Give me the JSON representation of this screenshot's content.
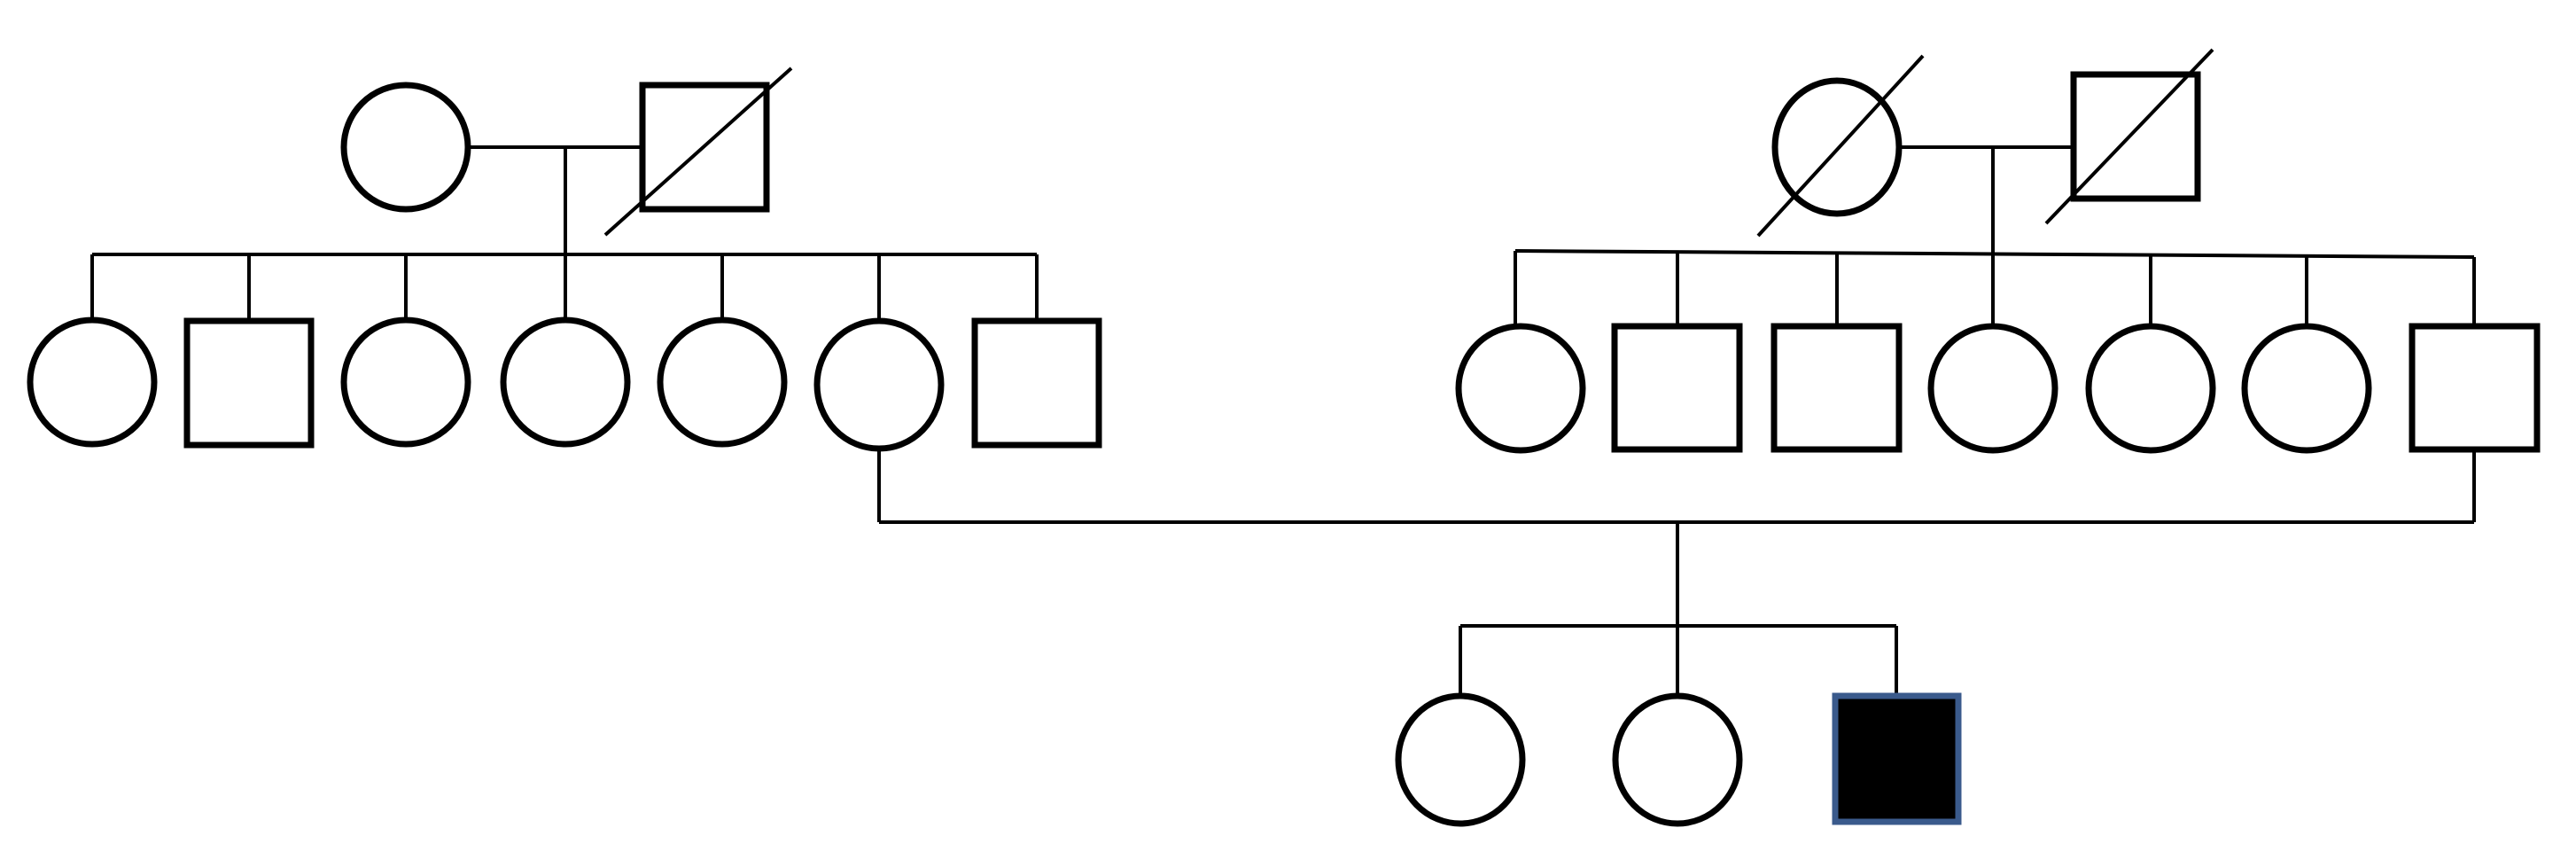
{
  "pedigree": {
    "colors": {
      "line": "#000000",
      "unaffected_fill": "#ffffff",
      "affected_fill": "#000000",
      "highlight_outline": "#3a5a8c"
    },
    "generations": [
      {
        "generation": 1,
        "families": [
          {
            "family": "maternal-grandparents",
            "members": [
              {
                "id": "g1-mgm",
                "sex": "female",
                "deceased": false,
                "affected": false
              },
              {
                "id": "g1-mgf",
                "sex": "male",
                "deceased": true,
                "affected": false
              }
            ]
          },
          {
            "family": "paternal-grandparents",
            "members": [
              {
                "id": "g1-pgm",
                "sex": "female",
                "deceased": true,
                "affected": false
              },
              {
                "id": "g1-pgf",
                "sex": "male",
                "deceased": true,
                "affected": false
              }
            ]
          }
        ]
      },
      {
        "generation": 2,
        "sibships": [
          {
            "sibship": "maternal",
            "members": [
              {
                "id": "g2-m1",
                "sex": "female",
                "affected": false
              },
              {
                "id": "g2-m2",
                "sex": "male",
                "affected": false
              },
              {
                "id": "g2-m3",
                "sex": "female",
                "affected": false
              },
              {
                "id": "g2-m4",
                "sex": "female",
                "affected": false
              },
              {
                "id": "g2-m5",
                "sex": "female",
                "affected": false
              },
              {
                "id": "g2-m6",
                "sex": "female",
                "affected": false,
                "role": "mother"
              },
              {
                "id": "g2-m7",
                "sex": "male",
                "affected": false
              }
            ]
          },
          {
            "sibship": "paternal",
            "members": [
              {
                "id": "g2-p1",
                "sex": "female",
                "affected": false
              },
              {
                "id": "g2-p2",
                "sex": "male",
                "affected": false
              },
              {
                "id": "g2-p3",
                "sex": "male",
                "affected": false
              },
              {
                "id": "g2-p4",
                "sex": "female",
                "affected": false
              },
              {
                "id": "g2-p5",
                "sex": "female",
                "affected": false
              },
              {
                "id": "g2-p6",
                "sex": "female",
                "affected": false
              },
              {
                "id": "g2-p7",
                "sex": "male",
                "affected": false,
                "role": "father"
              }
            ]
          }
        ]
      },
      {
        "generation": 3,
        "members": [
          {
            "id": "g3-c1",
            "sex": "female",
            "affected": false
          },
          {
            "id": "g3-c2",
            "sex": "female",
            "affected": false
          },
          {
            "id": "g3-c3",
            "sex": "male",
            "affected": true
          }
        ]
      }
    ]
  }
}
